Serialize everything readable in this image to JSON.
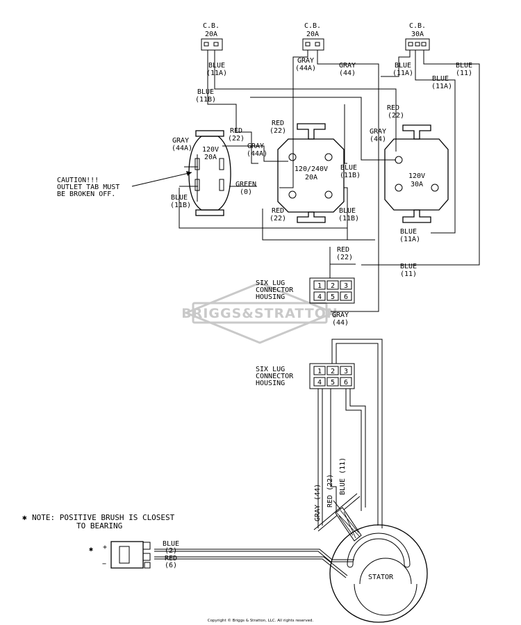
{
  "breakers": [
    {
      "title": "C.B.",
      "rating": "20A"
    },
    {
      "title": "C.B.",
      "rating": "20A"
    },
    {
      "title": "C.B.",
      "rating": "30A"
    }
  ],
  "outlets": {
    "duplex": {
      "line1": "120V",
      "line2": "20A"
    },
    "twist_240": {
      "line1": "120/240V",
      "line2": "20A"
    },
    "twist_30": {
      "line1": "120V",
      "line2": "30A"
    }
  },
  "wires": {
    "blue": "BLUE",
    "gray": "GRAY",
    "red": "RED",
    "green": "GREEN",
    "n11": "(11)",
    "n11a": "(11A)",
    "n11b": "(11B)",
    "n44": "(44)",
    "n44a": "(44A)",
    "n22": "(22)",
    "n0": "(0)",
    "n2": "(2)",
    "n6": "(6)",
    "stator_gray": "GRAY (44)",
    "stator_red": "RED (22)",
    "stator_blue": "BLUE (11)"
  },
  "caution": [
    "CAUTION!!!",
    "OUTLET TAB MUST",
    "BE BROKEN OFF."
  ],
  "connector": {
    "label": [
      "SIX LUG",
      "CONNECTOR",
      "HOUSING"
    ],
    "lugs": [
      "1",
      "2",
      "3",
      "4",
      "5",
      "6"
    ]
  },
  "stator": "STATOR",
  "note": {
    "marker": "✱",
    "line1": "NOTE: POSITIVE BRUSH IS CLOSEST",
    "line2": "TO BEARING"
  },
  "brush": {
    "marker": "✱",
    "plus": "+",
    "minus": "−"
  },
  "watermark": "BRIGGS&STRATTON",
  "copyright": "Copyright © Briggs & Stratton, LLC. All rights reserved."
}
